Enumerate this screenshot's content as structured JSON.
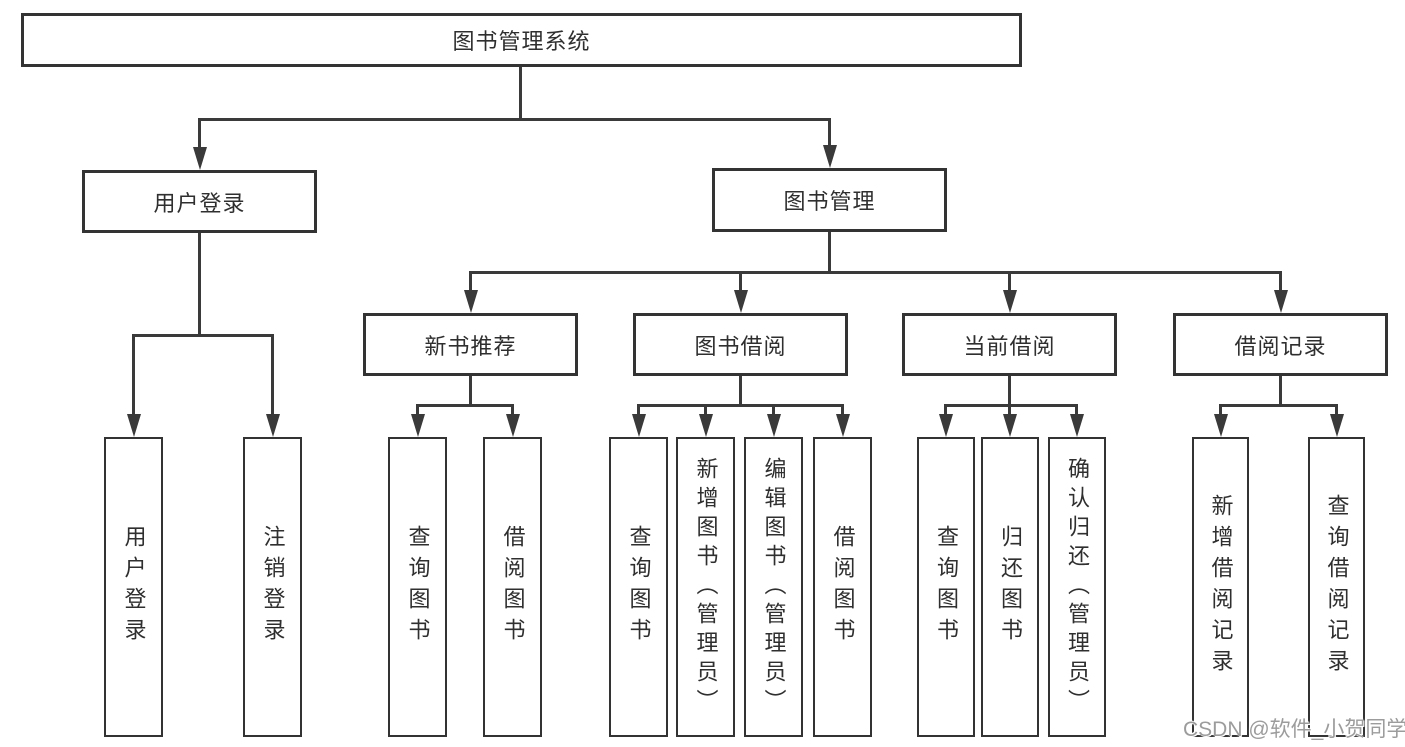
{
  "colors": {
    "line": "#3a3a3a",
    "border": "#333333",
    "text": "#2f2f2f",
    "watermark": "#9c9c9c",
    "background": "#ffffff"
  },
  "root": {
    "label": "图书管理系统",
    "children": [
      {
        "label": "用户登录",
        "children": [
          {
            "label": "用户登录"
          },
          {
            "label": "注销登录"
          }
        ]
      },
      {
        "label": "图书管理",
        "children": [
          {
            "label": "新书推荐",
            "children": [
              {
                "label": "查询图书"
              },
              {
                "label": "借阅图书"
              }
            ]
          },
          {
            "label": "图书借阅",
            "children": [
              {
                "label": "查询图书"
              },
              {
                "label": "新增图书（管理员）"
              },
              {
                "label": "编辑图书（管理员）"
              },
              {
                "label": "借阅图书"
              }
            ]
          },
          {
            "label": "当前借阅",
            "children": [
              {
                "label": "查询图书"
              },
              {
                "label": "归还图书"
              },
              {
                "label": "确认归还（管理员）"
              }
            ]
          },
          {
            "label": "借阅记录",
            "children": [
              {
                "label": "新增借阅记录"
              },
              {
                "label": "查询借阅记录"
              }
            ]
          }
        ]
      }
    ]
  },
  "watermark": {
    "text": "CSDN @软件_小贺同学"
  }
}
